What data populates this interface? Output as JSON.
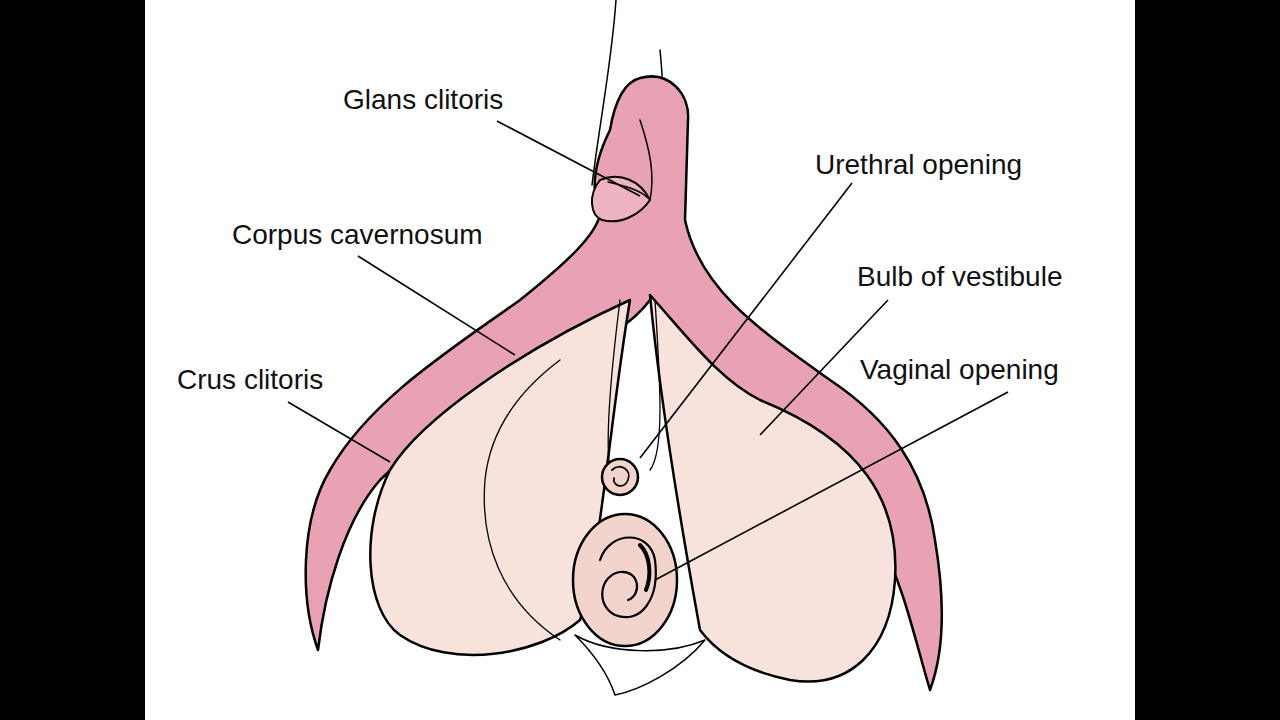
{
  "diagram": {
    "labels": [
      "Glans clitoris",
      "Urethral opening",
      "Corpus cavernosum",
      "Bulb of vestibule",
      "Crus clitoris",
      "Vaginal opening"
    ]
  }
}
